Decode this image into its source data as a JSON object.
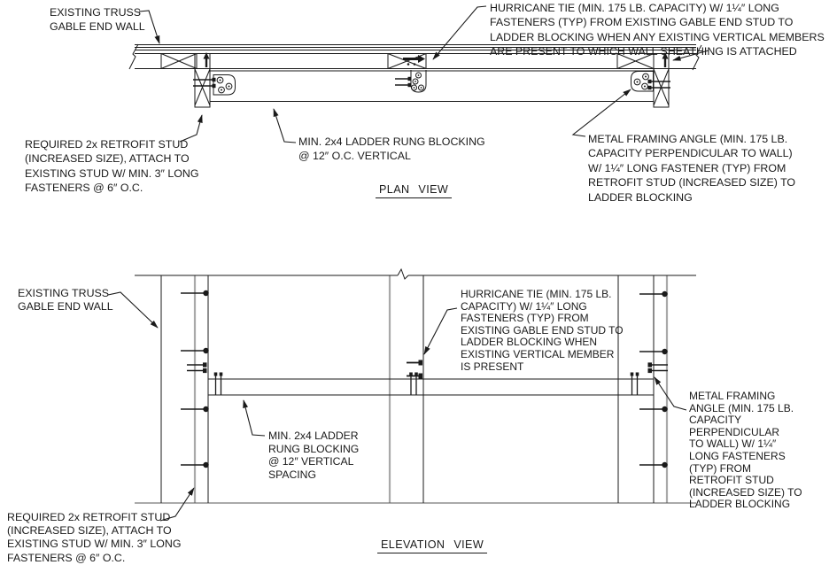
{
  "document": {
    "type": "construction-detail-drawing",
    "subject": "Gable end wall retrofit detail with ladder blocking, hurricane ties and metal framing angles"
  },
  "colors": {
    "line": "#1a1a1a",
    "line_gray": "#a9a9a9",
    "text": "#1a1a1a",
    "background": "#ffffff"
  },
  "plan_view": {
    "title": "PLAN VIEW",
    "labels": {
      "existing_truss": "EXISTING TRUSS\nGABLE END WALL",
      "hurricane_tie": "HURRICANE TIE (MIN. 175 LB. CAPACITY) W/ 1¼″ LONG\nFASTENERS (TYP) FROM EXISTING GABLE END STUD TO\nLADDER BLOCKING WHEN ANY EXISTING VERTICAL MEMBERS\nARE PRESENT TO WHICH WALL SHEATHING IS ATTACHED",
      "retrofit_stud": "REQUIRED 2x RETROFIT STUD\n(INCREASED SIZE), ATTACH TO\nEXISTING STUD W/ MIN. 3″ LONG\nFASTENERS @ 6″ O.C.",
      "ladder_blocking": "MIN. 2x4 LADDER RUNG BLOCKING\n@ 12″ O.C. VERTICAL",
      "metal_angle": "METAL FRAMING ANGLE (MIN. 175 LB.\nCAPACITY PERPENDICULAR TO WALL)\nW/ 1¼″ LONG FASTENER (TYP) FROM\nRETROFIT STUD (INCREASED SIZE) TO\nLADDER BLOCKING"
    }
  },
  "elevation_view": {
    "title": "ELEVATION VIEW",
    "labels": {
      "existing_truss": "EXISTING TRUSS\nGABLE END WALL",
      "hurricane_tie": "HURRICANE TIE (MIN. 175 LB.\nCAPACITY) W/ 1¼″ LONG\nFASTENERS (TYP) FROM\nEXISTING GABLE END STUD TO\nLADDER BLOCKING WHEN\nEXISTING VERTICAL MEMBER\nIS PRESENT",
      "ladder_blocking": "MIN. 2x4 LADDER\nRUNG BLOCKING\n@ 12″ VERTICAL\nSPACING",
      "metal_angle": "METAL FRAMING\nANGLE (MIN. 175 LB.\nCAPACITY PERPENDICULAR\nTO WALL) W/ 1¼″\nLONG FASTENERS\n(TYP) FROM\nRETROFIT STUD\n(INCREASED SIZE) TO\nLADDER BLOCKING",
      "retrofit_stud": "REQUIRED 2x RETROFIT STUD\n(INCREASED SIZE), ATTACH TO\nEXISTING STUD W/ MIN. 3″ LONG\nFASTENERS @ 6″ O.C."
    }
  }
}
